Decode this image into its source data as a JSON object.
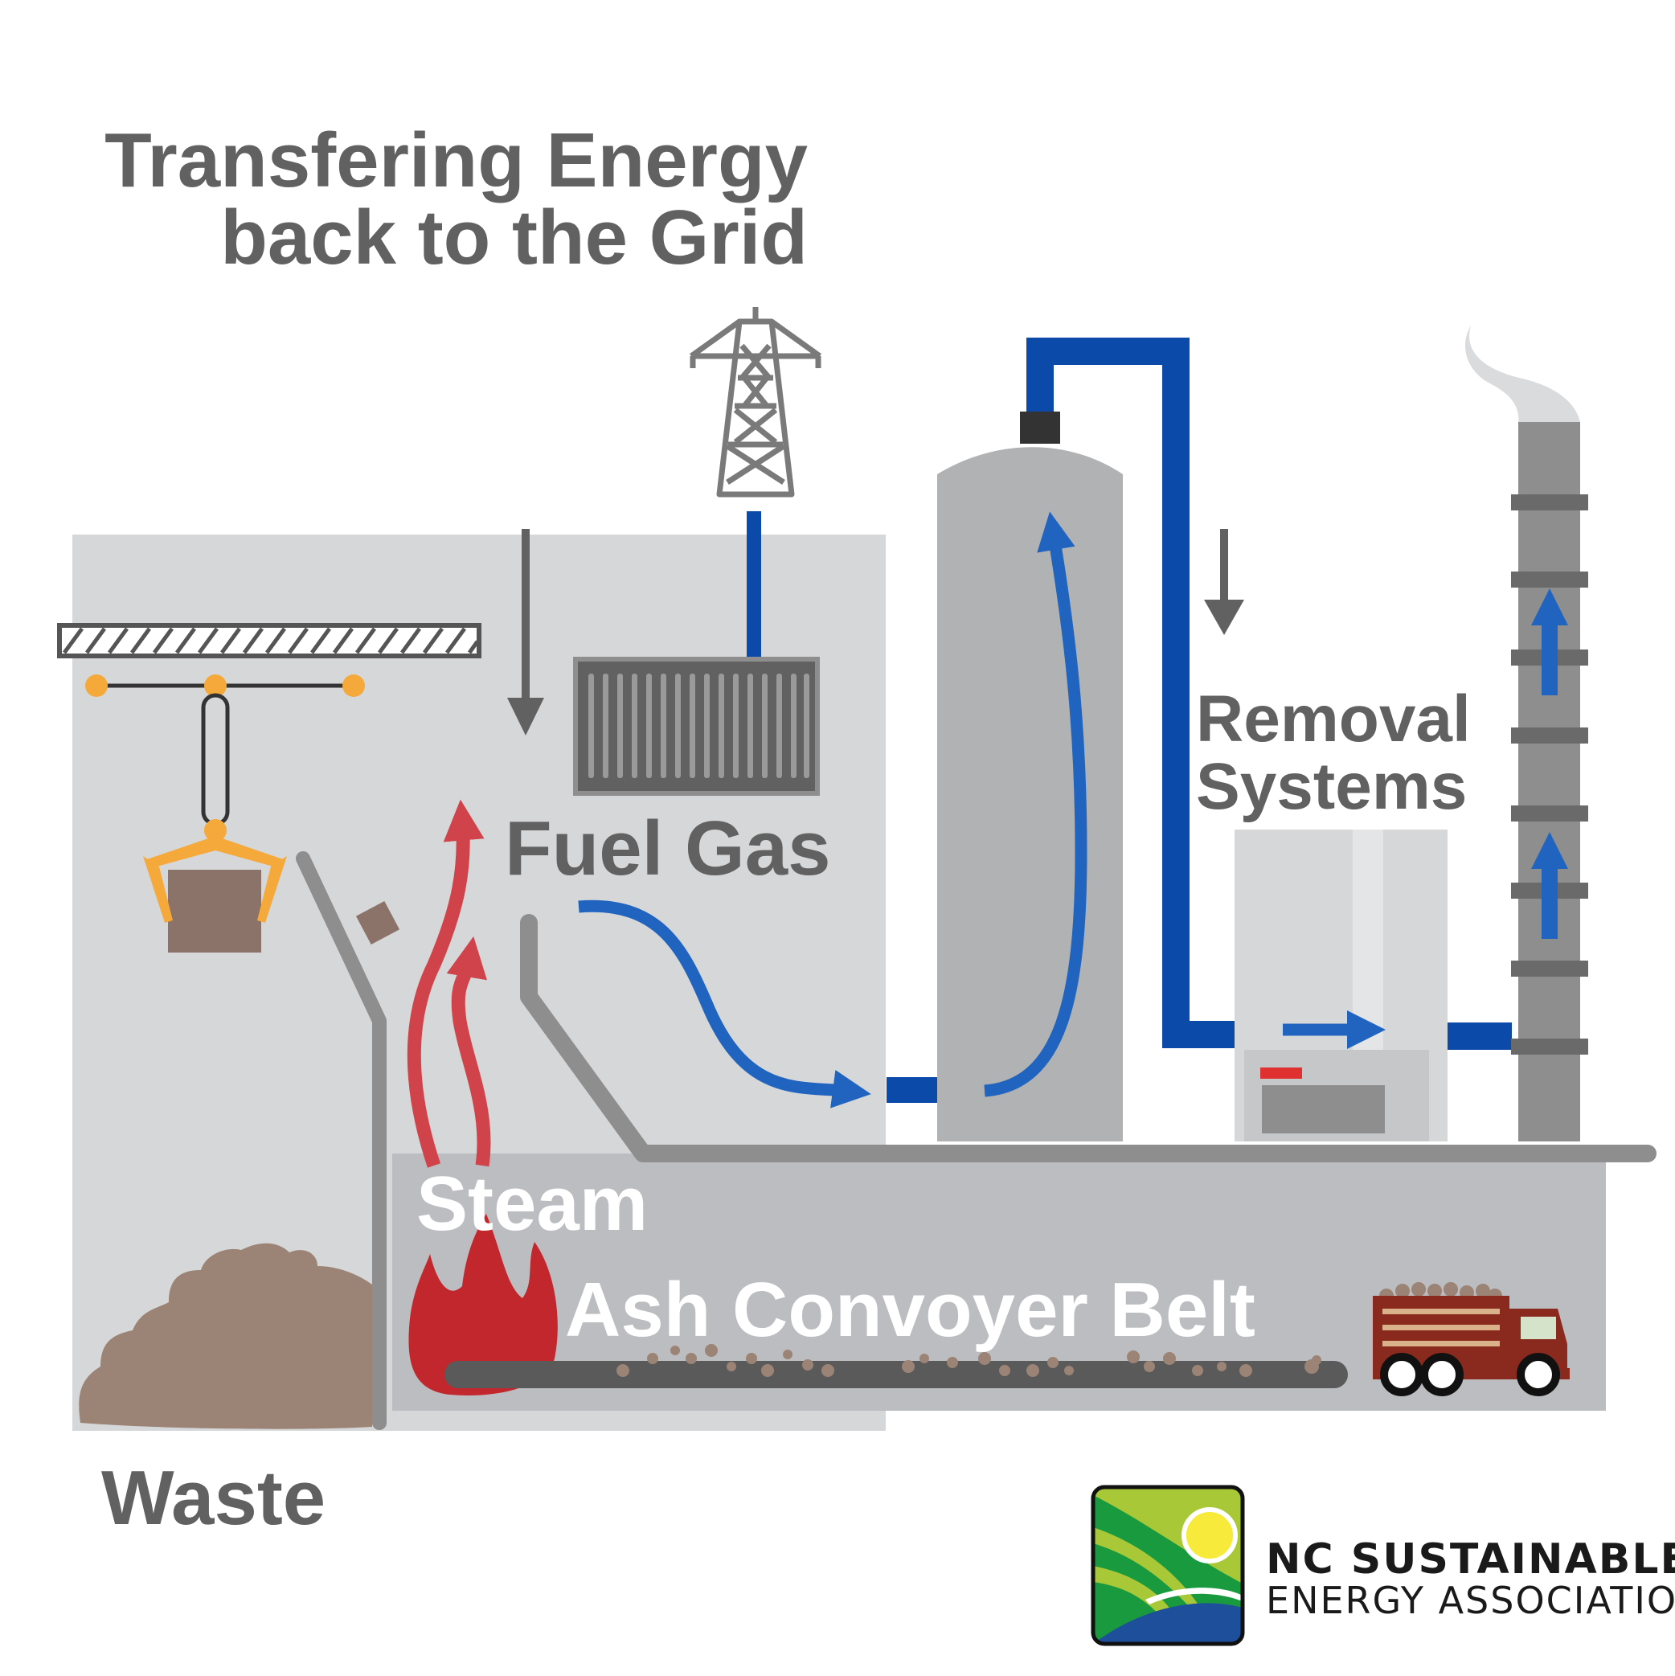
{
  "diagram": {
    "title_line1": "Transfering Energy",
    "title_line2": "back to the Grid",
    "labels": {
      "fuel_gas": "Fuel Gas",
      "removal_line1": "Removal",
      "removal_line2": "Systems",
      "steam": "Steam",
      "ash_conveyor": "Ash Convoyer Belt",
      "waste": "Waste"
    }
  },
  "logo": {
    "line1": "NC SUSTAINABLE",
    "line2": "ENERGY ASSOCIATION"
  },
  "colors": {
    "background": "#ffffff",
    "building": "#d6d7d9",
    "lower_building": "#bcbdc0",
    "dark_gray": "#616161",
    "pipe_blue": "#0b4aa8",
    "flow_blue": "#2064bf",
    "heat_red": "#d0434a",
    "flame_red": "#c1272d",
    "crane_orange": "#f5a93a",
    "waste_brown": "#9b8376",
    "truck_red": "#8a2a1f",
    "logo_green": "#1a9a3e",
    "logo_lime": "#a8c838",
    "logo_yellow": "#f7ea3a",
    "logo_blue": "#1d4f9a"
  },
  "icons": [
    "crane-icon",
    "grabber-icon",
    "transmission-tower-icon",
    "turbine-generator-icon",
    "boiler-tank-icon",
    "smokestack-icon",
    "flame-icon",
    "truck-icon",
    "logo-icon"
  ]
}
